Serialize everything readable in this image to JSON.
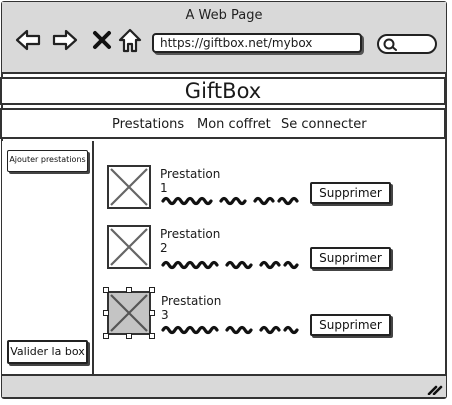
{
  "browser": {
    "window_title": "A Web Page",
    "url": "https://giftbox.net/mybox",
    "search_placeholder": ""
  },
  "site": {
    "title": "GiftBox",
    "nav": [
      "Prestations",
      "Mon coffret",
      "Se connecter"
    ]
  },
  "sidebar": {
    "add_button": "Ajouter prestations",
    "validate_button": "Valider la box"
  },
  "items": [
    {
      "title": "Prestation 1",
      "action": "Supprimer"
    },
    {
      "title": "Prestation 2",
      "action": "Supprimer"
    },
    {
      "title": "Prestation 3",
      "action": "Supprimer"
    }
  ]
}
